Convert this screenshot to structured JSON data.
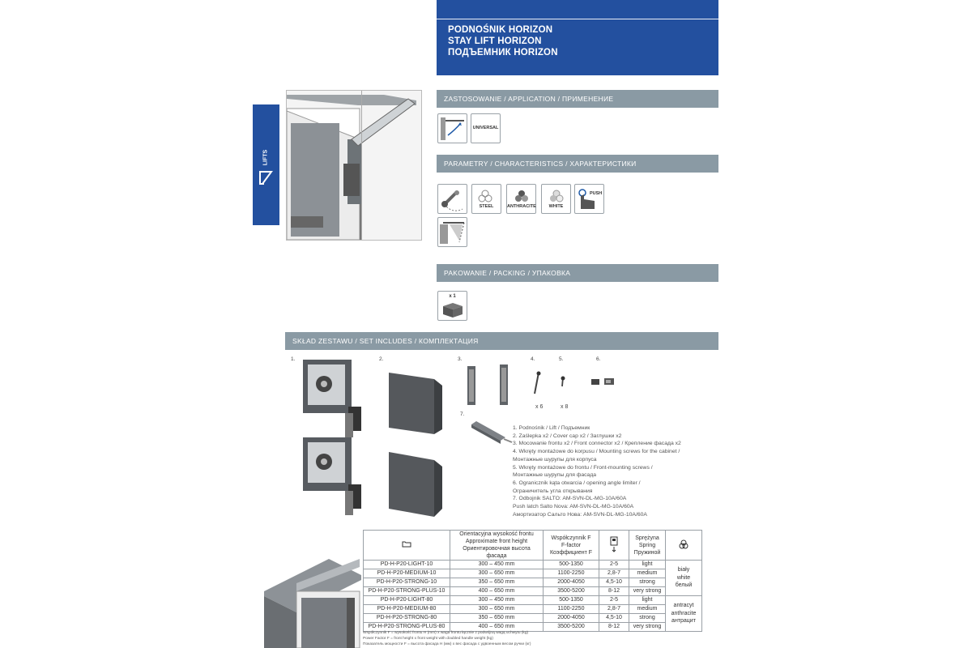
{
  "header": {
    "title_pl": "PODNOŚNIK HORIZON",
    "title_en": "STAY LIFT HORIZON",
    "title_ru": "ПОДЪЕМНИК HORIZON"
  },
  "side_tab": {
    "label": "LIFTS",
    "icon": "lift-icon"
  },
  "sections": {
    "application": "ZASTOSOWANIE / APPLICATION / ПРИМЕНЕНИЕ",
    "characteristics": "PARAMETRY / CHARACTERISTICS / ХАРАКТЕРИСТИКИ",
    "packing": "PAKOWANIE / PACKING / УПАКОВКА",
    "set_includes": "SKŁAD ZESTAWU / SET INCLUDES / КОМПЛЕКТАЦИЯ"
  },
  "application": {
    "universal_label": "UNIVERSAL"
  },
  "characteristics": {
    "steel_label": "STEEL",
    "anthracite_label": "ANTHRACITE",
    "white_label": "WHITE",
    "push_label": "PUSH"
  },
  "packing": {
    "quantity_label": "x 1"
  },
  "parts": {
    "n1": "1.",
    "n2": "2.",
    "n3": "3.",
    "n4": "4.",
    "n5": "5.",
    "n6": "6.",
    "n7": "7.",
    "qty4": "x 6",
    "qty5": "x 8",
    "list": [
      "1. Podnośnik / Lift / Подъемник",
      "2. Zaślepka x2 / Cover cap x2 / Заглушки x2",
      "3. Mocowanie frontu x2 / Front connector x2 / Крепление фасада x2",
      "4. Wkręty montażowe do korpusu / Mounting screws for the cabinet /",
      "    Монтажные шурупы для корпуса",
      "5. Wkręty montażowe do frontu / Front-mounting screws /",
      "    Монтажные шурупы для фасада",
      "6. Ogranicznik kąta otwarcia / opening angle limiter /",
      "    Ограничитель угла открывания",
      "7. Odbojnik SALTO: AM-SVN-DL-MG-10A/60A",
      "    Push latch Salto Nova: AM-SVN-DL-MG-10A/60A",
      "    Амортизатор Сальто Нова: AM-SVN-DL-MG-10A/60A"
    ]
  },
  "table": {
    "headers": {
      "height": [
        "Orientacyjna wysokość frontu",
        "Approximate front height",
        "Ориентировочная высота фасада"
      ],
      "factor": [
        "Współczynnik F",
        "F-factor",
        "Коэффициент F"
      ],
      "spring": [
        "Sprężyna",
        "Spring",
        "Пружиной"
      ]
    },
    "rows": [
      [
        "PD-H-P20-LIGHT-10",
        "300 – 450 mm",
        "500-1350",
        "2-5",
        "light"
      ],
      [
        "PD-H-P20-MEDIUM-10",
        "300 – 650 mm",
        "1100-2250",
        "2,8-7",
        "medium"
      ],
      [
        "PD-H-P20-STRONG-10",
        "350 – 650 mm",
        "2000-4050",
        "4,5-10",
        "strong"
      ],
      [
        "PD-H-P20-STRONG-PLUS-10",
        "400 – 650 mm",
        "3500-5200",
        "8-12",
        "very strong"
      ],
      [
        "PD-H-P20-LIGHT-80",
        "300 – 450 mm",
        "500-1350",
        "2-5",
        "light"
      ],
      [
        "PD-H-P20-MEDIUM-80",
        "300 – 650 mm",
        "1100-2250",
        "2,8-7",
        "medium"
      ],
      [
        "PD-H-P20-STRONG-80",
        "350 – 650 mm",
        "2000-4050",
        "4,5-10",
        "strong"
      ],
      [
        "PD-H-P20-STRONG-PLUS-80",
        "400 – 650 mm",
        "3500-5200",
        "8-12",
        "very strong"
      ]
    ],
    "color_white": [
      "biały",
      "white",
      "белый"
    ],
    "color_anthracite": [
      "antracyt",
      "anthracite",
      "антрацит"
    ]
  },
  "footnotes": [
    "Współczynnik F = wysokość frontu H (mm) x waga frontu łącznie z podwójną wagą uchwytu (kg)",
    "Power Factor F = front height x front weight with doubled handle weight (kg)",
    "Показатель мощности F = высота фасада H (мм) x вес фасада с удвоенным весом ручки (кг)"
  ]
}
